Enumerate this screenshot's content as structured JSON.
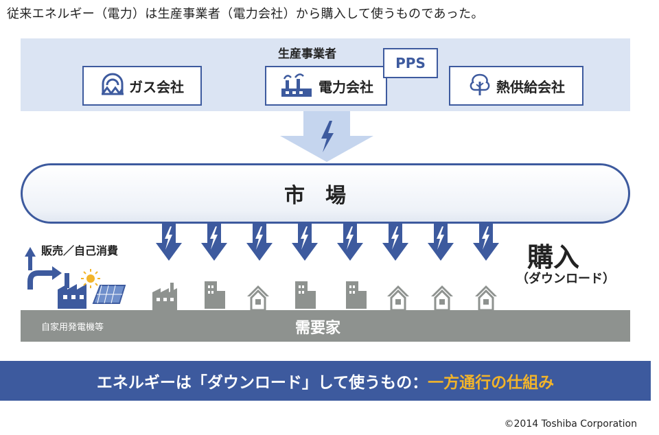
{
  "caption": "従来エネルギー（電力）は生産事業者（電力会社）から購入して使うものであった。",
  "producers": {
    "title": "生産事業者",
    "gas": "ガス会社",
    "power": "電力会社",
    "pps": "PPS",
    "heat": "熱供給会社"
  },
  "market": "市場",
  "self_sale": "販売／自己消費",
  "purchase": {
    "title": "購入",
    "subtitle": "（ダウンロード）"
  },
  "demand": {
    "label": "需要家",
    "self_generation": "自家用発電機等"
  },
  "banner": {
    "main": "エネルギーは「ダウンロード」して使うもの：",
    "highlight": "一方通行の仕組み"
  },
  "copyright": "©2014 Toshiba Corporation",
  "colors": {
    "navy": "#3d5a9e",
    "light_band": "#dbe4f3",
    "gray_band": "#8e928f",
    "highlight": "#f2b42a",
    "arrow_light": "#c5d5ee"
  }
}
